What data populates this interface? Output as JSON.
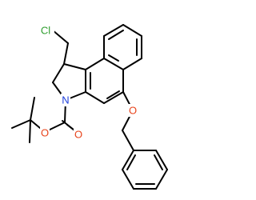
{
  "structure": {
    "atom_labels": {
      "chlorine": "Cl",
      "ring_nitrogen": "N",
      "ether_oxygen": "O",
      "carbonyl_oxygen": "O",
      "ester_oxygen": "O"
    },
    "colors": {
      "bond": "#000000",
      "chlorine": "#2e9d2e",
      "nitrogen": "#1e3fdc",
      "oxygen": "#e8431a"
    }
  }
}
